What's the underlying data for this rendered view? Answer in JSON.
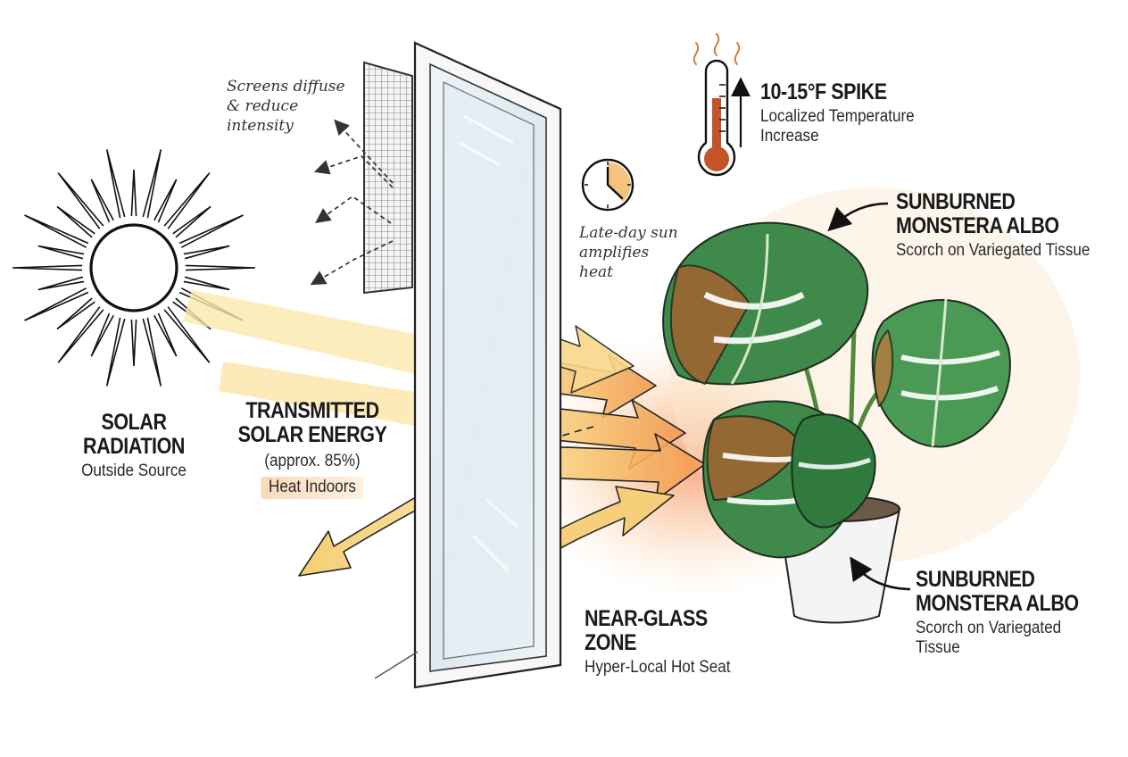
{
  "screens_note": {
    "lines": [
      "Screens diffuse",
      "& reduce",
      "intensity"
    ]
  },
  "late_day_note": {
    "lines": [
      "Late-day sun",
      "amplifies",
      "heat"
    ]
  },
  "temperature_spike": {
    "title": "10-15°F SPIKE",
    "subtitle_lines": [
      "Localized Temperature",
      "Increase"
    ]
  },
  "solar_radiation": {
    "title_lines": [
      "SOLAR",
      "RADIATION"
    ],
    "subtitle": "Outside Source"
  },
  "transmitted_energy": {
    "title_lines": [
      "TRANSMITTED",
      "SOLAR ENERGY"
    ],
    "percent": "(approx. 85%)",
    "tag": "Heat Indoors"
  },
  "sunburned_top": {
    "title_lines": [
      "SUNBURNED",
      "MONSTERA ALBO"
    ],
    "subtitle": "Scorch on Variegated Tissue"
  },
  "sunburned_bottom": {
    "title_lines": [
      "SUNBURNED",
      "MONSTERA ALBO"
    ],
    "subtitle_lines": [
      "Scorch on Variegated",
      "Tissue"
    ]
  },
  "near_glass_zone": {
    "title_lines": [
      "NEAR-GLASS",
      "ZONE"
    ],
    "subtitle": "Hyper-Local Hot Seat"
  },
  "colors": {
    "beam_yellow": "#f7d77a",
    "beam_orange": "#f2a25a",
    "hot_zone": "#f59a6e",
    "leaf_green": "#3e8a4a",
    "scorch_brown": "#9a5a2c",
    "thermo_red": "#c4532a"
  }
}
